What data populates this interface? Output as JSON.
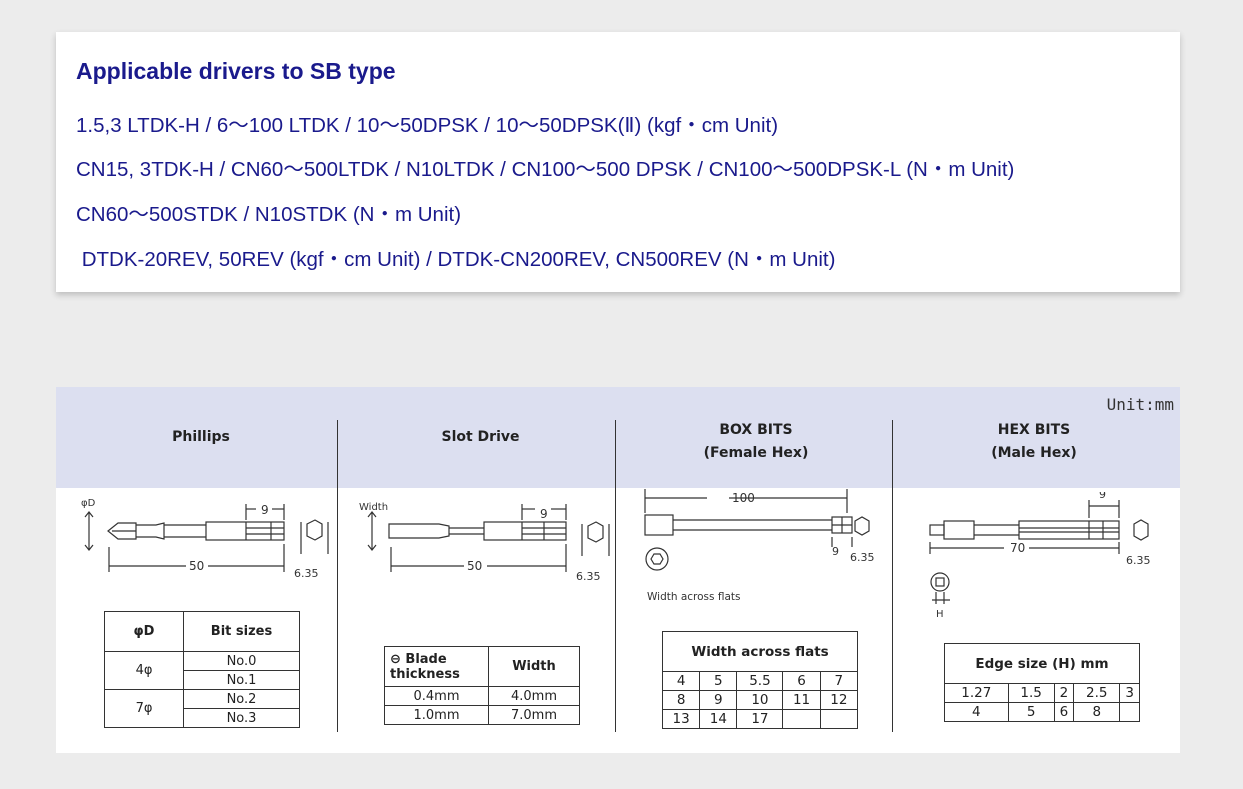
{
  "drivers": {
    "title": "Applicable drivers to SB type",
    "lines": [
      "1.5,3 LTDK-H / 6～100 LTDK / 10～50DPSK / 10～50DPSK(Ⅱ)  (kgf・cm Unit)",
      "CN15, 3TDK-H / CN60～500LTDK / N10LTDK / CN100～500 DPSK /  CN100～500DPSK-L (N・m Unit)",
      "CN60～500STDK / N10STDK (N・m Unit)",
      " DTDK-20REV, 50REV (kgf・cm Unit) / DTDK-CN200REV, CN500REV (N・m Unit)"
    ]
  },
  "spec": {
    "unit": "Unit:mm",
    "columns": {
      "phillips": {
        "title": "Phillips"
      },
      "slot": {
        "title": "Slot Drive"
      },
      "box": {
        "title1": "BOX BITS",
        "title2": "(Female Hex)"
      },
      "hex": {
        "title1": "HEX BITS",
        "title2": "(Male Hex)"
      }
    },
    "phillips": {
      "dim_label": "φD",
      "dim_9": "9",
      "dim_50": "50",
      "dim_635": "6.35",
      "table": {
        "head": [
          "φD",
          "Bit sizes"
        ],
        "rows": [
          {
            "d": "4φ",
            "sizes": [
              "No.0",
              "No.1"
            ]
          },
          {
            "d": "7φ",
            "sizes": [
              "No.2",
              "No.3"
            ]
          }
        ]
      }
    },
    "slot": {
      "dim_label": "Width",
      "dim_9": "9",
      "dim_50": "50",
      "dim_635": "6.35",
      "table": {
        "head1": "⊖ Blade thickness",
        "head2": "Width",
        "rows": [
          [
            "0.4mm",
            "4.0mm"
          ],
          [
            "1.0mm",
            "7.0mm"
          ]
        ]
      }
    },
    "box": {
      "dim_100": "100",
      "dim_9": "9",
      "dim_635": "6.35",
      "waf_label": "Width across flats",
      "table": {
        "head": "Width across flats",
        "rows": [
          [
            "4",
            "5",
            "5.5",
            "6",
            "7"
          ],
          [
            "8",
            "9",
            "10",
            "11",
            "12"
          ],
          [
            "13",
            "14",
            "17",
            "",
            ""
          ]
        ]
      }
    },
    "hex": {
      "dim_9": "9",
      "dim_70": "70",
      "dim_635": "6.35",
      "h_label": "H",
      "table": {
        "head": "Edge size (H) mm",
        "rows": [
          [
            "1.27",
            "1.5",
            "2",
            "2.5",
            "3"
          ],
          [
            "4",
            "5",
            "6",
            "8",
            ""
          ]
        ]
      }
    }
  }
}
